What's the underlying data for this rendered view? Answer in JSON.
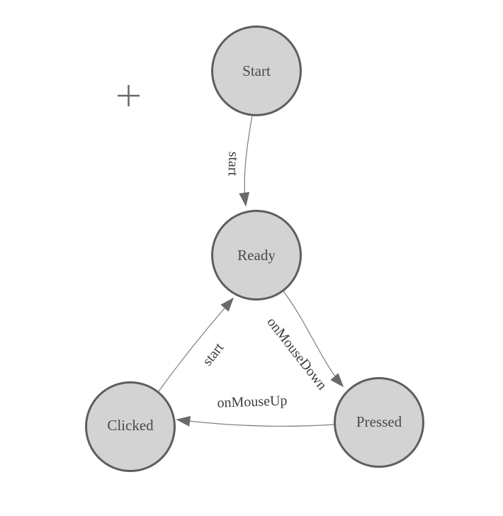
{
  "diagram": {
    "type": "state-machine",
    "nodes": [
      {
        "id": "start",
        "label": "Start"
      },
      {
        "id": "ready",
        "label": "Ready"
      },
      {
        "id": "clicked",
        "label": "Clicked"
      },
      {
        "id": "pressed",
        "label": "Pressed"
      }
    ],
    "edges": [
      {
        "from": "start",
        "to": "ready",
        "label": "start"
      },
      {
        "from": "clicked",
        "to": "ready",
        "label": "start"
      },
      {
        "from": "ready",
        "to": "pressed",
        "label": "onMouseDown"
      },
      {
        "from": "pressed",
        "to": "clicked",
        "label": "onMouseUp"
      }
    ],
    "icons": {
      "origin_marker": "plus-icon"
    },
    "colors": {
      "background": "#ffffff",
      "node_fill": "#d3d3d3",
      "node_border": "#5e5e5e",
      "node_text": "#4a4a4a",
      "edge_line": "#7d7d7d",
      "arrowhead": "#6a6a6a",
      "edge_label_text": "#3d3d3d",
      "origin_marker": "#696969"
    }
  }
}
